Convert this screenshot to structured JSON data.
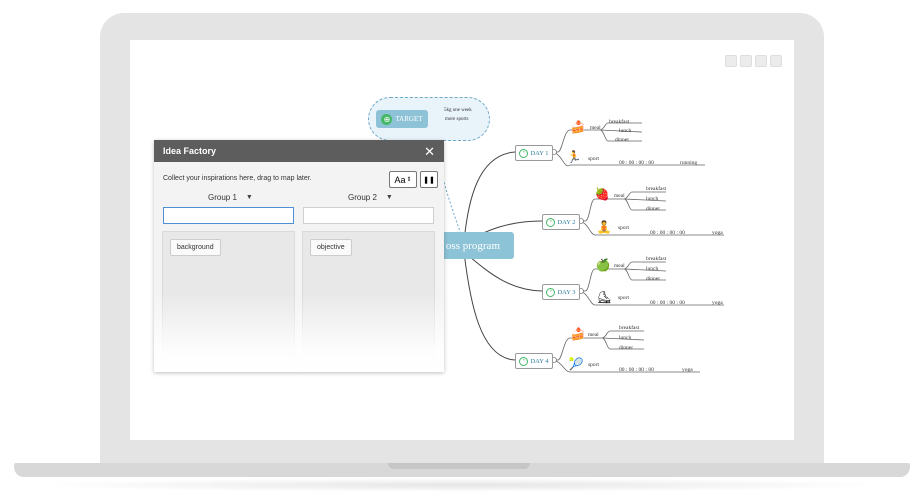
{
  "mindmap": {
    "central_topic": "oss program",
    "target": {
      "label": "TARGET",
      "items": [
        "5kg one week",
        "more sports"
      ]
    },
    "days": [
      {
        "label": "DAY 1",
        "meal": "meal",
        "meals": [
          "breakfast",
          "lunch",
          "dinner"
        ],
        "sport": "sport",
        "time": "00 : 00 : 00 : 00",
        "activity": "running",
        "meal_icon": "cake-icon",
        "sport_icon": "treadmill-icon"
      },
      {
        "label": "DAY 2",
        "meal": "meal",
        "meals": [
          "breakfast",
          "lunch",
          "dinner"
        ],
        "sport": "sport",
        "time": "00 : 00 : 00 : 00",
        "activity": "yoga",
        "meal_icon": "strawberry-icon",
        "sport_icon": "yoga-mat-icon"
      },
      {
        "label": "DAY 3",
        "meal": "meal",
        "meals": [
          "breakfast",
          "lunch",
          "dinner"
        ],
        "sport": "sport",
        "time": "00 : 00 : 00 : 00",
        "activity": "yoga",
        "meal_icon": "apple-icon",
        "sport_icon": "roller-skate-icon"
      },
      {
        "label": "DAY 4",
        "meal": "meal",
        "meals": [
          "breakfast",
          "lunch",
          "dinner"
        ],
        "sport": "sport",
        "time": "00 : 00 : 00 : 00",
        "activity": "yoga",
        "meal_icon": "cake-icon",
        "sport_icon": "tennis-racket-icon"
      }
    ]
  },
  "idea_factory": {
    "title": "Idea Factory",
    "hint": "Collect your inspirations here, drag to map later.",
    "font_button": "Aa",
    "groups": [
      {
        "name": "Group 1",
        "input_value": "",
        "chips": [
          "background"
        ]
      },
      {
        "name": "Group 2",
        "input_value": "",
        "chips": [
          "objective"
        ]
      }
    ]
  },
  "colors": {
    "accent": "#8dc3d6",
    "day_label": "#2a7c9c",
    "plus_icon": "#44b865",
    "panel_header": "#5d5d5d",
    "input_focus": "#4f8fd6"
  }
}
